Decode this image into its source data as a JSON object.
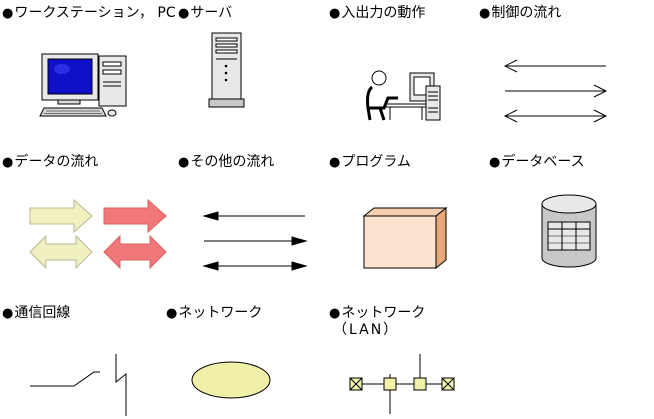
{
  "bullet": "●",
  "legend": [
    {
      "key": "workstation",
      "label": "ワークステーション， PC"
    },
    {
      "key": "server",
      "label": "サーバ"
    },
    {
      "key": "io",
      "label": "入出力の動作"
    },
    {
      "key": "control",
      "label": "制御の流れ"
    },
    {
      "key": "dataflow",
      "label": "データの流れ"
    },
    {
      "key": "otherflow",
      "label": "その他の流れ"
    },
    {
      "key": "program",
      "label": "プログラム"
    },
    {
      "key": "database",
      "label": "データベース"
    },
    {
      "key": "line",
      "label": "通信回線"
    },
    {
      "key": "network",
      "label": "ネットワーク"
    },
    {
      "key": "lan",
      "label": "ネットワーク",
      "sub": "（LAN）"
    }
  ],
  "colors": {
    "screen": "#1010c8",
    "device": "#e8e8e8",
    "data_arrow_light": "#f0f0c0",
    "data_arrow_red": "#f07878",
    "program_front": "#fbe3cf",
    "program_side": "#e8a878",
    "database": "#c8c8c8",
    "network_fill": "#f0f0a8",
    "lan_node": "#f0f0a8"
  }
}
